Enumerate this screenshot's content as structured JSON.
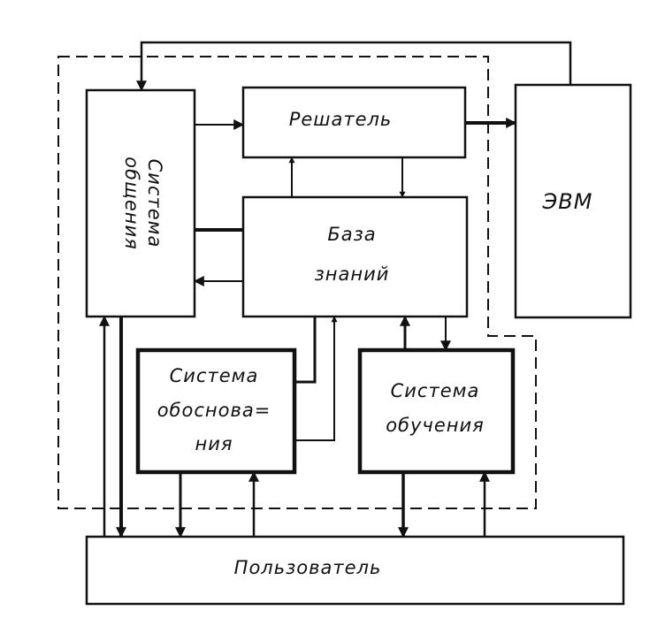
{
  "blocks": {
    "interface": {
      "line1": "Система",
      "line2": "общения"
    },
    "solver": {
      "label": "Решатель"
    },
    "knowledge_base": {
      "line1": "База",
      "line2": "знаний"
    },
    "computer": {
      "label": "ЭВМ"
    },
    "explanation": {
      "line1": "Система",
      "line2": "обоснова=",
      "line3": "ния"
    },
    "learning": {
      "line1": "Система",
      "line2": "обучения"
    },
    "user": {
      "label": "Пользователь"
    }
  },
  "colors": {
    "ink": "#111111",
    "paper": "#ffffff"
  }
}
